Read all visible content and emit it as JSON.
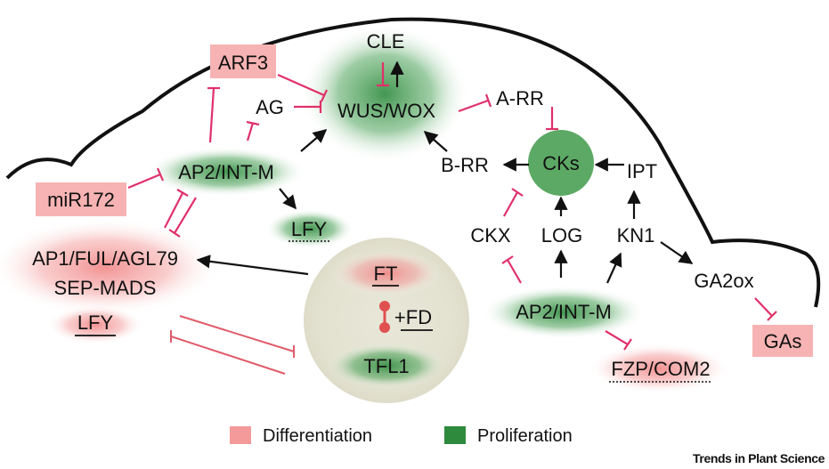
{
  "colors": {
    "differentiation": "#f07f7f",
    "proliferation": "#2e8b3e",
    "inhibition": "#e0306a",
    "activation": "#111111"
  },
  "nodes": {
    "cle": "CLE",
    "wus_wox": "WUS/WOX",
    "arf3": "ARF3",
    "ag": "AG",
    "ap2_top": "AP2/INT-M",
    "mir172": "miR172",
    "lfy_green": "LFY",
    "ap1": "AP1/FUL/AGL79",
    "sep": "SEP-MADS",
    "lfy_red": "LFY",
    "ft": "FT",
    "fd": "+FD",
    "tfl1": "TFL1",
    "a_rr": "A-RR",
    "b_rr": "B-RR",
    "cks": "CKs",
    "ipt": "IPT",
    "ckx": "CKX",
    "log": "LOG",
    "kn1": "KN1",
    "ga2ox": "GA2ox",
    "ap2_bottom": "AP2/INT-M",
    "gas": "GAs",
    "fzp": "FZP/COM2"
  },
  "legend": {
    "differentiation": "Differentiation",
    "proliferation": "Proliferation"
  },
  "credit": "Trends in Plant Science"
}
